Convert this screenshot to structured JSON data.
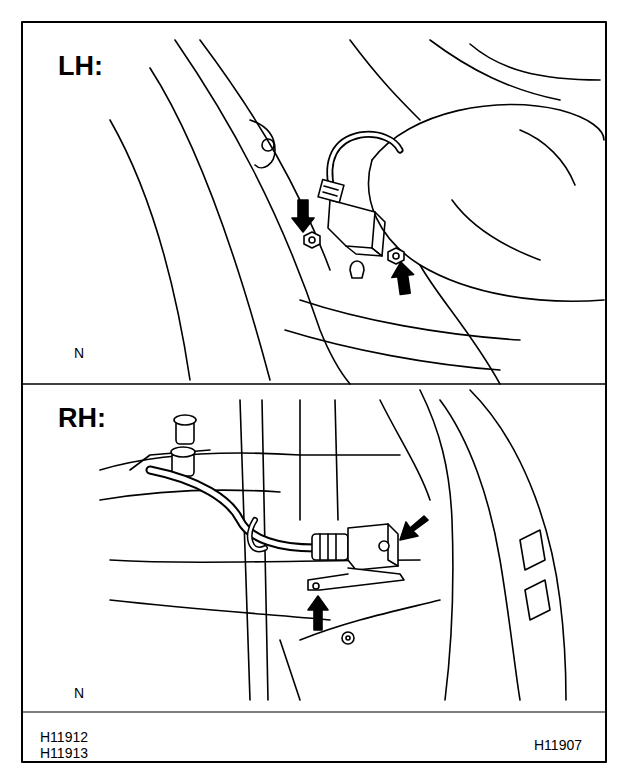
{
  "diagram": {
    "labels": [
      "LH:",
      "N",
      "RH:",
      "N",
      "H11912",
      "H11913",
      "H11907"
    ]
  }
}
